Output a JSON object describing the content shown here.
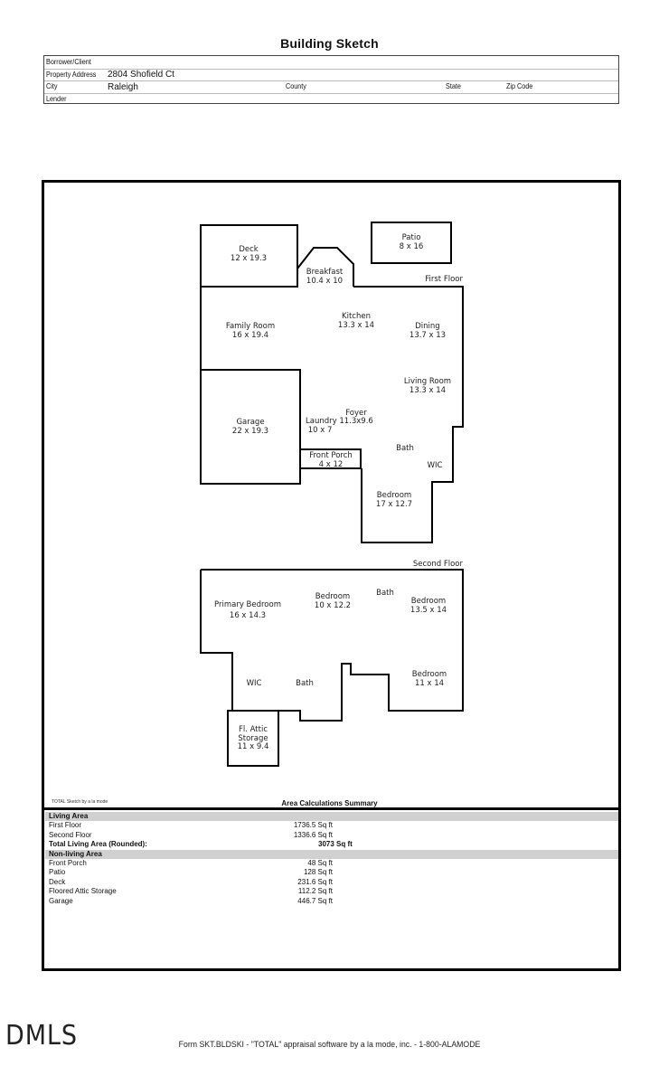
{
  "title": "Building Sketch",
  "header": {
    "borrower_label": "Borrower/Client",
    "borrower_value": "",
    "address_label": "Property Address",
    "address_value": "2804 Shofield Ct",
    "city_label": "City",
    "city_value": "Raleigh",
    "county_label": "County",
    "state_label": "State",
    "zip_label": "Zip Code",
    "lender_label": "Lender"
  },
  "sketch": {
    "first_floor": {
      "label": "First Floor",
      "rooms": [
        {
          "name": "Deck",
          "dims": "12 x 19.3"
        },
        {
          "name": "Patio",
          "dims": "8 x 16"
        },
        {
          "name": "Breakfast",
          "dims": "10.4 x 10"
        },
        {
          "name": "Family Room",
          "dims": "16 x 19.4"
        },
        {
          "name": "Kitchen",
          "dims": "13.3 x 14"
        },
        {
          "name": "Dining",
          "dims": "13.7 x 13"
        },
        {
          "name": "Living Room",
          "dims": "13.3 x 14"
        },
        {
          "name": "Garage",
          "dims": "22 x 19.3"
        },
        {
          "name": "Foyer",
          "dims": ""
        },
        {
          "name": "Laundry",
          "dims": "10 x 7"
        },
        {
          "name": "Foyer dims",
          "dims": "11.3x9.6"
        },
        {
          "name": "Front Porch",
          "dims": "4 x 12"
        },
        {
          "name": "Bath",
          "dims": ""
        },
        {
          "name": "WIC",
          "dims": ""
        },
        {
          "name": "Bedroom",
          "dims": "17 x 12.7"
        }
      ]
    },
    "second_floor": {
      "label": "Second Floor",
      "rooms": [
        {
          "name": "Primary Bedroom",
          "dims": "16 x 14.3"
        },
        {
          "name": "Bedroom",
          "dims": "10 x 12.2"
        },
        {
          "name": "Bath",
          "dims": ""
        },
        {
          "name": "Bedroom",
          "dims": "13.5 x 14"
        },
        {
          "name": "WIC",
          "dims": ""
        },
        {
          "name": "Bath",
          "dims": ""
        },
        {
          "name": "Bedroom",
          "dims": "11 x 14"
        },
        {
          "name": "Fl. Attic Storage",
          "dims": "11 x 9.4"
        }
      ]
    }
  },
  "summary": {
    "credit": "TOTAL Sketch by a la mode",
    "title": "Area Calculations Summary",
    "living_header": "Living Area",
    "living": [
      {
        "name": "First Floor",
        "value": "1736.5 Sq ft"
      },
      {
        "name": "Second Floor",
        "value": "1336.6 Sq ft"
      }
    ],
    "total_label": "Total Living Area (Rounded):",
    "total_value": "3073 Sq ft",
    "nonliving_header": "Non-living Area",
    "nonliving": [
      {
        "name": "Front Porch",
        "value": "48 Sq ft"
      },
      {
        "name": "Patio",
        "value": "128 Sq ft"
      },
      {
        "name": "Deck",
        "value": "231.6 Sq ft"
      },
      {
        "name": "Floored Attic Storage",
        "value": "112.2 Sq ft"
      },
      {
        "name": "Garage",
        "value": "446.7 Sq ft"
      }
    ]
  },
  "watermark": "DMLS",
  "footer": "Form SKT.BLDSKI - \"TOTAL\" appraisal software by a la mode, inc. - 1-800-ALAMODE"
}
